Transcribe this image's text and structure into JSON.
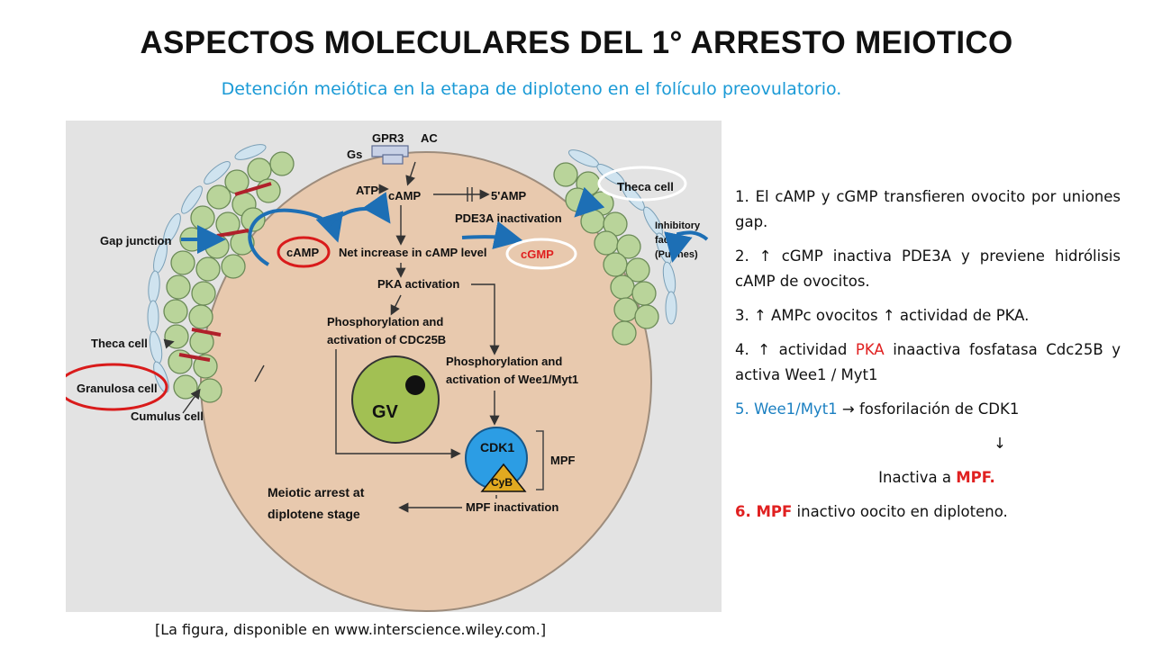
{
  "title": "ASPECTOS MOLECULARES DEL 1° ARRESTO MEIOTICO",
  "subtitle": "Detención meiótica en la etapa de diploteno en el folículo preovulatorio.",
  "figure": {
    "labels": {
      "gs": "Gs",
      "gpr3": "GPR3",
      "ac": "AC",
      "atp": "ATP",
      "camp_top": "cAMP",
      "five_amp": "5'AMP",
      "pde3a": "PDE3A inactivation",
      "gap_junction": "Gap junction",
      "camp_circled": "cAMP",
      "net_increase": "Net increase in cAMP level",
      "cgmp": "cGMP",
      "pka": "PKA activation",
      "cdc25b_1": "Phosphorylation and",
      "cdc25b_2": "activation of CDC25B",
      "wee1_1": "Phosphorylation and",
      "wee1_2": "activation of Wee1/Myt1",
      "gv": "GV",
      "cdk1": "CDK1",
      "cyb": "CyB",
      "mpf": "MPF",
      "arrest_1": "Meiotic arrest at",
      "arrest_2": "diplotene stage",
      "mpf_inact": "MPF inactivation",
      "theca_left": "Theca cell",
      "granulosa": "Granulosa cell",
      "cumulus": "Cumulus cell",
      "theca_right": "Theca cell",
      "inhib_1": "Inhibitory",
      "inhib_2": "factor",
      "inhib_3": "(Purines)"
    }
  },
  "caption": "[La figura, disponible en www.interscience.wiley.com.]",
  "steps": {
    "s1": "1. El cAMP y cGMP transfieren  ovocito  por uniones gap.",
    "s2": "2.  ↑  cGMP  inactiva  PDE3A  y  previene hidrólisis  cAMP de ovocitos.",
    "s3": " 3. ↑ AMPc ovocitos ↑ actividad de PKA.",
    "s4a": "4.  ↑  actividad  ",
    "s4pka": "PKA",
    "s4b": "  inaactiva  fosfatasa Cdc25B y activa Wee1 / Myt1",
    "s5a": "5. Wee1/Myt1",
    "s5b": "   →   fosforilación de CDK1",
    "arrow_down": "↓",
    "inact_a": "Inactiva a ",
    "inact_mpf": "MPF.",
    "s6a": "6. MPF",
    "s6b": "  inactivo oocito en diploteno."
  },
  "colors": {
    "subtitle": "#1a9ad6",
    "red": "#e02020",
    "oocyte": "#e8c9ae",
    "cell": "#b9d49a",
    "gv": "#a2c053",
    "mpf": "#2c9de4",
    "cyb": "#e1a920"
  }
}
